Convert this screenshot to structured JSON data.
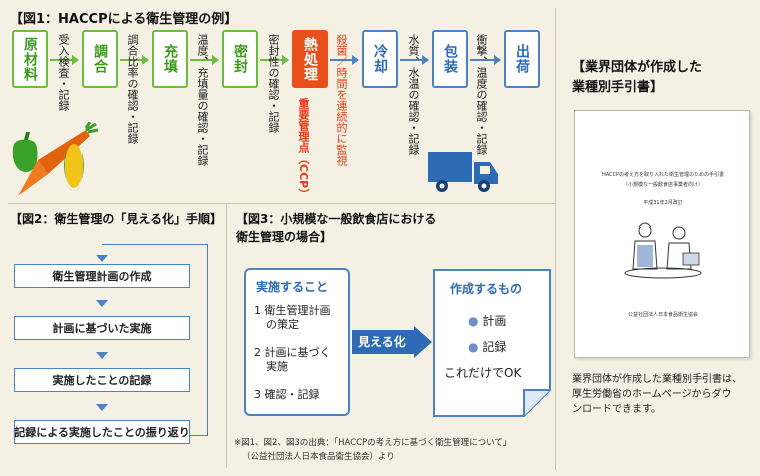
{
  "fig1": {
    "title": "【図1：HACCPによる衛生管理の例】",
    "steps": [
      {
        "label": "原材料",
        "note": "受入検査・記録"
      },
      {
        "label": "調合",
        "note": "調合比率の確認・記録"
      },
      {
        "label": "充填",
        "note": "温度、充填量の確認・記録"
      },
      {
        "label": "密封",
        "note": "密封性の確認・記録"
      },
      {
        "label": "熱処理",
        "note_line1": "殺菌／時間を連続的に監視",
        "note_line2": "重要管理点（CCP）"
      },
      {
        "label": "冷却",
        "note": "水質、水温の確認・記録"
      },
      {
        "label": "包装",
        "note": "衝撃、温度の確認・記録"
      },
      {
        "label": "出荷"
      }
    ],
    "colors": {
      "green": "#6bbd3e",
      "red": "#e94f1b",
      "blue": "#4b82c4"
    }
  },
  "fig2": {
    "title": "【図2：衛生管理の「見える化」手順】",
    "steps": [
      "衛生管理計画の作成",
      "計画に基づいた実施",
      "実施したことの記録",
      "記録による実施したことの振り返り"
    ]
  },
  "fig3": {
    "title_line1": "【図3：小規模な一般飲食店における",
    "title_line2": "衛生管理の場合】",
    "todo_title": "実施すること",
    "todo_items": [
      {
        "num": "1",
        "line1": "衛生管理計画",
        "line2": "の策定"
      },
      {
        "num": "2",
        "line1": "計画に基づく",
        "line2": "実施"
      },
      {
        "num": "3",
        "line1": "確認・記録"
      }
    ],
    "arrow_label": "見える化",
    "make_title": "作成するもの",
    "make_items": [
      "計画",
      "記録"
    ],
    "make_footer": "これだけでOK"
  },
  "source_note": {
    "line1": "※図1、図2、図3の出典：「HACCPの考え方に基づく衛生管理について」",
    "line2": "（公益社団法人日本食品衛生協会）より"
  },
  "guide": {
    "title_line1": "【業界団体が作成した",
    "title_line2": "業種別手引書】",
    "book_title": "HACCPの考え方を取り入れた衛生管理のための手引書",
    "book_subtitle": "（小規模な一般飲食店事業者向け）",
    "book_date": "平成31年2月改訂",
    "book_publisher": "公益社団法人日本食品衛生協会",
    "caption_line1": "業界団体が作成した業種別手引書は、",
    "caption_line2": "厚生労働省のホームページからダウ",
    "caption_line3": "ンロードできます。"
  }
}
